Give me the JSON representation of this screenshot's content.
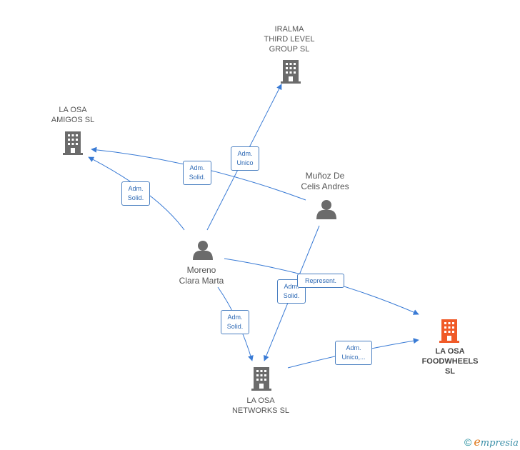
{
  "nodes": {
    "iralma": {
      "label": "IRALMA\nTHIRD LEVEL\nGROUP  SL"
    },
    "amigos": {
      "label": "LA OSA\nAMIGOS  SL"
    },
    "munoz": {
      "label": "Muñoz De\nCelis Andres"
    },
    "moreno": {
      "label": "Moreno\nClara Marta"
    },
    "networks": {
      "label": "LA OSA\nNETWORKS  SL"
    },
    "foodwheels": {
      "label": "LA OSA\nFOODWHEELS\nSL"
    }
  },
  "relations": {
    "moreno_iralma": "Adm.\nUnico",
    "munoz_amigos": "Adm.\nSolid.",
    "moreno_amigos": "Adm.\nSolid.",
    "munoz_networks": "Adm.\nSolid.",
    "moreno_foodwheels": "Represent.",
    "moreno_networks": "Adm.\nSolid.",
    "networks_foodwheels": "Adm.\nUnico,..."
  },
  "colors": {
    "edge": "#3a7bd5",
    "company_icon": "#6b6b6b",
    "main_company_icon": "#f05a28",
    "person_icon": "#6b6b6b"
  },
  "brand": {
    "copyright": "©",
    "e": "e",
    "rest": "mpresia"
  }
}
